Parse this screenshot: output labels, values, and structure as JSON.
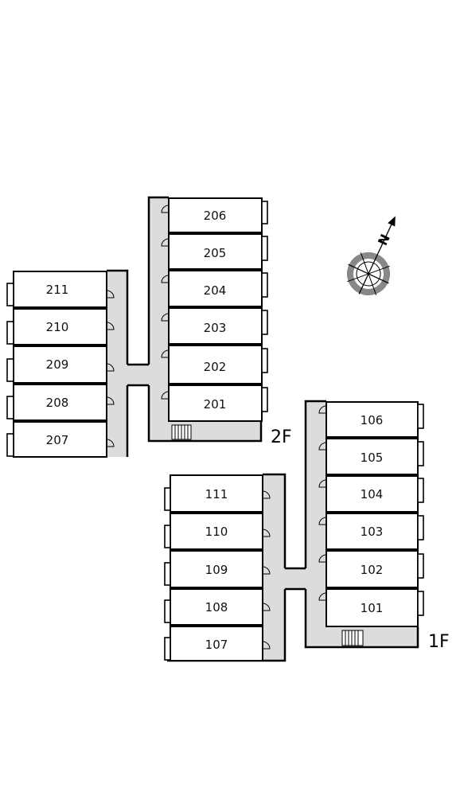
{
  "compass": {
    "letter": "N"
  },
  "floors": [
    {
      "label": "2F",
      "wings": [
        {
          "rooms": [
            "206",
            "205",
            "204",
            "203",
            "202",
            "201"
          ]
        },
        {
          "rooms": [
            "211",
            "210",
            "209",
            "208",
            "207"
          ]
        }
      ]
    },
    {
      "label": "1F",
      "wings": [
        {
          "rooms": [
            "106",
            "105",
            "104",
            "103",
            "102",
            "101"
          ]
        },
        {
          "rooms": [
            "111",
            "110",
            "109",
            "108",
            "107"
          ]
        }
      ]
    }
  ]
}
